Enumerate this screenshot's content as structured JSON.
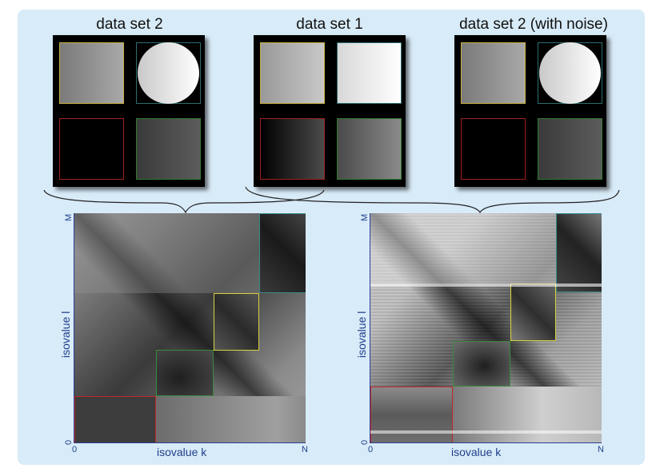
{
  "top": {
    "titles": [
      "data set 2",
      "data set 1",
      "data set 2 (with noise)"
    ]
  },
  "plots": {
    "left": {
      "xlabel": "isovalue k",
      "ylabel": "isovalue l",
      "x_start": "0",
      "x_end": "N",
      "y_start": "0",
      "y_end": "M"
    },
    "right": {
      "xlabel": "isovalue k",
      "ylabel": "isovalue l",
      "x_start": "0",
      "x_end": "N",
      "y_start": "0",
      "y_end": "M"
    }
  },
  "colors": {
    "panel": "#d8ebf8",
    "axis": "#2a3f8f",
    "red": "#c0282a",
    "green": "#3a8a3a",
    "yellow": "#d8d040",
    "teal": "#3a8a8a"
  }
}
